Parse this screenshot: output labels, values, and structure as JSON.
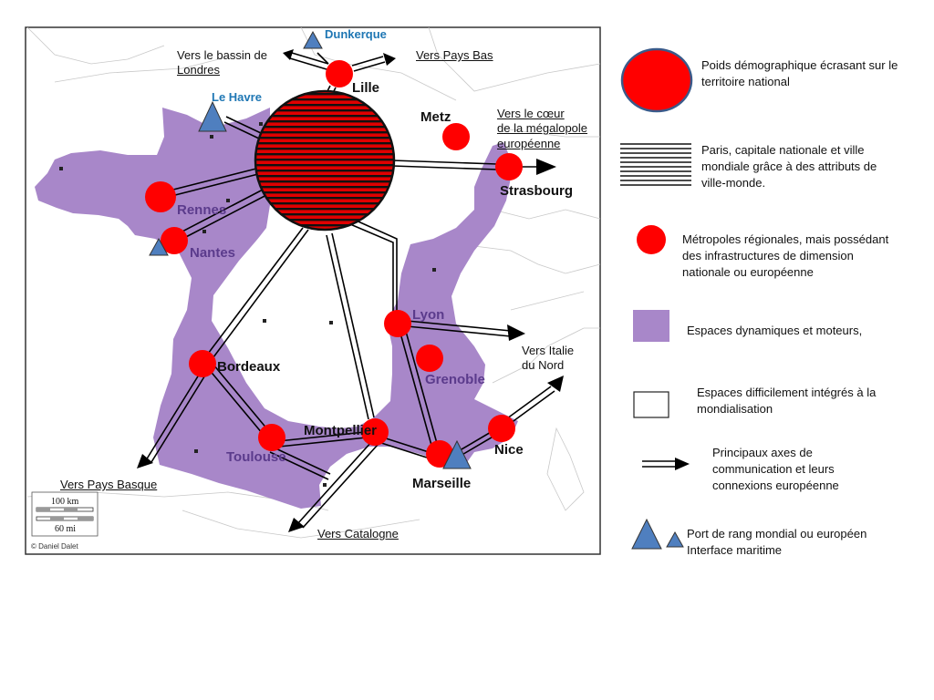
{
  "cities": {
    "lille": "Lille",
    "metz": "Metz",
    "strasbourg": "Strasbourg",
    "rennes": "Rennes",
    "nantes": "Nantes",
    "lyon": "Lyon",
    "bordeaux": "Bordeaux",
    "grenoble": "Grenoble",
    "montpellier": "Montpellier",
    "toulouse": "Toulouse",
    "nice": "Nice",
    "marseille": "Marseille"
  },
  "ports": {
    "dunkerque": "Dunkerque",
    "le_havre": "Le Havre"
  },
  "directions": {
    "londres_1": "Vers le bassin de",
    "londres_2": "Londres",
    "pays_bas": "Vers Pays Bas",
    "megalopole_1": "Vers le cœur",
    "megalopole_2": "de la mégalopole",
    "megalopole_3": "européenne",
    "italie_1": "Vers Italie",
    "italie_2": "du Nord",
    "pays_basque": "Vers Pays Basque",
    "catalogne": "Vers Catalogne"
  },
  "scale": {
    "km": "100 km",
    "mi": "60 mi"
  },
  "copyright": "© Daniel Dalet",
  "legend": {
    "demographic": "Poids démographique écrasant sur le territoire national",
    "paris": "Paris, capitale nationale et ville mondiale grâce à des attributs de ville-monde.",
    "metropoles": "Métropoles régionales, mais possédant des infrastructures de dimension nationale ou européenne",
    "dynamic": "Espaces dynamiques et moteurs,",
    "difficult": "Espaces difficilement intégrés à la mondialisation",
    "axes": "Principaux axes de communication et leurs connexions européenne",
    "port_1": "Port de rang mondial ou européen",
    "port_2": "Interface maritime"
  },
  "colors": {
    "metropole_red": "#ff0000",
    "dynamic_purple": "#a887c9",
    "port_blue": "#4f7fbf",
    "port_label_blue": "#1f77b4",
    "paris_stripe": "#e00000"
  }
}
